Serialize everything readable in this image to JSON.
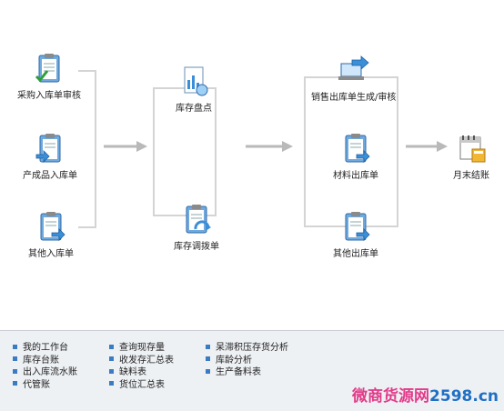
{
  "flow": {
    "purchase_receipt_review": "采购入库单审核",
    "product_receipt": "产成品入库单",
    "other_receipt": "其他入库单",
    "stocktake": "库存盘点",
    "stock_transfer": "库存调拨单",
    "sales_issue_review": "销售出库单生成/审核",
    "material_issue": "材料出库单",
    "other_issue": "其他出库单",
    "month_end": "月末结账"
  },
  "links": {
    "col1": [
      "我的工作台",
      "库存台账",
      "出入库流水账",
      "代管账"
    ],
    "col2": [
      "查询现存量",
      "收发存汇总表",
      "缺料表",
      "货位汇总表"
    ],
    "col3": [
      "呆滞积压存货分析",
      "库龄分析",
      "生产备料表"
    ]
  },
  "watermark": {
    "cn": "微商货源网",
    "num": "2598.cn"
  },
  "colors": {
    "bracket": "#d4d4d4",
    "arrow": "#b9b9b9",
    "bullet": "#3b7bc4",
    "panel": "#eef1f4"
  }
}
